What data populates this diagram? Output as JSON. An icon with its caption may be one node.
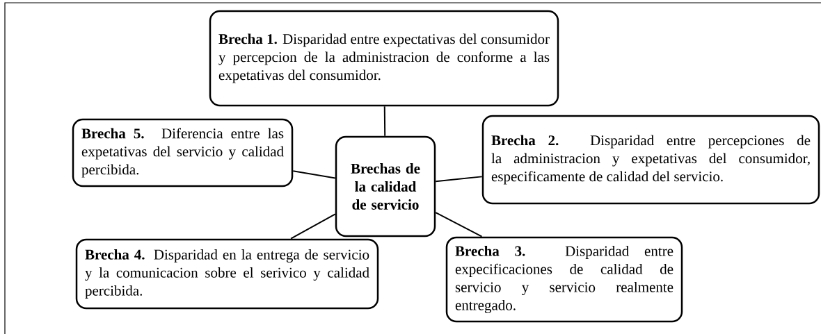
{
  "diagram": {
    "nodes": [
      {
        "text": [
          "Brechas de la calidad de servicio"
        ]
      },
      {
        "text": [
          "**Brecha 1.** Disparidad entre expectativas del consumidor y percepcion de la administracion de conforme a las expetativas del consumidor."
        ]
      },
      {
        "text": [
          "**Brecha 5.** Diferencia entre las expetativas del servicio y calidad percibida."
        ]
      },
      {
        "text": [
          "**Brecha 2.** Disparidad entre percepciones de la administracion y expetativas del consumidor, especificamente de calidad del servicio."
        ]
      },
      {
        "text": [
          "**Brecha 4.** Disparidad en la entrega de servicio y la comunicacion sobre el serivico y calidad percibida."
        ]
      },
      {
        "text": [
          "**Brecha 3.** Disparidad entre expecificaciones de calidad de servicio y servicio realmente entregado."
        ]
      }
    ],
    "edges": [
      {
        "from": 0,
        "to": 1,
        "arrow": "none"
      },
      {
        "from": 0,
        "to": 2,
        "arrow": "none"
      },
      {
        "from": 0,
        "to": 3,
        "arrow": "none"
      },
      {
        "from": 0,
        "to": 4,
        "arrow": "none"
      },
      {
        "from": 0,
        "to": 5,
        "arrow": "none"
      }
    ]
  }
}
